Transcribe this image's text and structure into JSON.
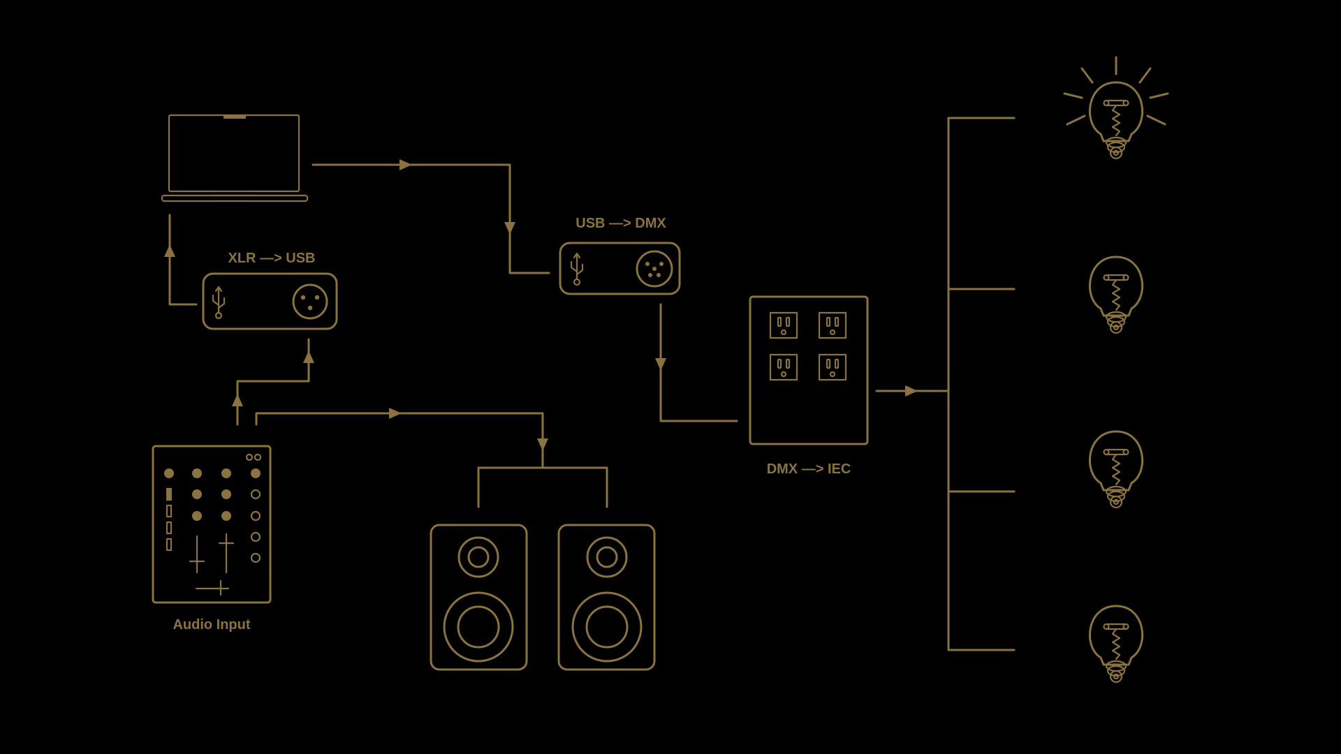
{
  "colors": {
    "background": "#000000",
    "line": "#8a7340"
  },
  "labels": {
    "xlr_usb": "XLR —> USB",
    "usb_dmx": "USB —> DMX",
    "dmx_iec": "DMX —> IEC",
    "audio_input": "Audio Input"
  },
  "icons": [
    "laptop-icon",
    "xlr-usb-interface-icon",
    "usb-dmx-interface-icon",
    "power-outlet-box-icon",
    "audio-mixer-icon",
    "speaker-icon",
    "light-bulb-icon",
    "arrow-icon"
  ]
}
